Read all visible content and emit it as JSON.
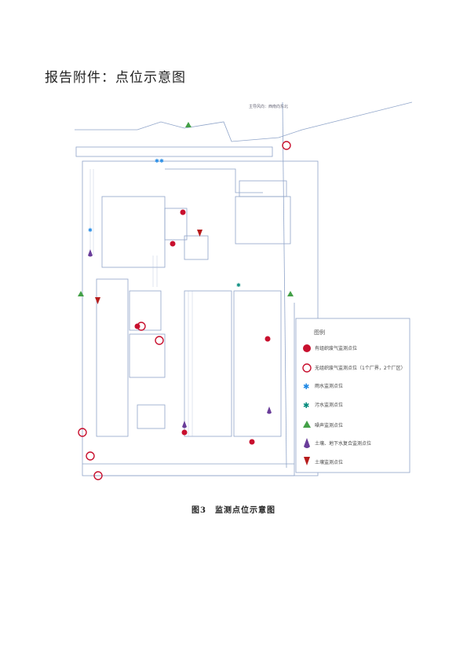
{
  "heading": "报告附件：点位示意图",
  "caption": "图3　监测点位示意图",
  "map": {
    "wind_note": "主导风向：西南向东北",
    "legend_title": "图例",
    "legend": [
      {
        "label": "有组织废气监测点位",
        "icon": "filled-red-circle-icon"
      },
      {
        "label": "无组织废气监测点位（1个厂界，2个厂区）",
        "icon": "hollow-red-circle-icon"
      },
      {
        "label": "雨水监测点位",
        "icon": "blue-star-icon"
      },
      {
        "label": "污水监测点位",
        "icon": "teal-star-icon"
      },
      {
        "label": "噪声监测点位",
        "icon": "green-triangle-icon"
      },
      {
        "label": "土壤、地下水复合监测点位",
        "icon": "purple-drop-icon"
      },
      {
        "label": "土壤监测点位",
        "icon": "red-drop-icon"
      }
    ],
    "colors": {
      "filled_point": "#c8102e",
      "hollow_point": "#c8102e",
      "rain_point": "#1e88e5",
      "sewage_point": "#00897b",
      "noise_point": "#43a047",
      "soil_water_point": "#6a3d9a",
      "soil_point": "#b71c1c",
      "outline": "#8fa4c9"
    }
  }
}
